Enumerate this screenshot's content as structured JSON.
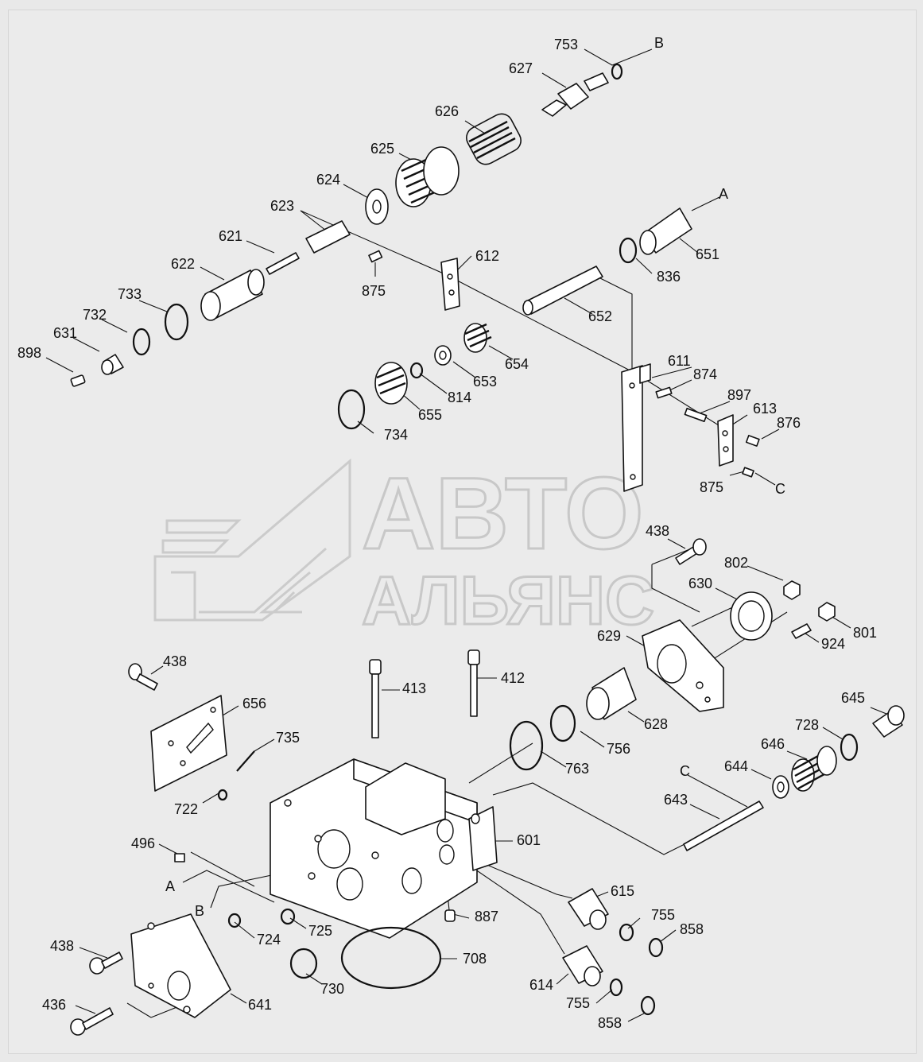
{
  "watermark": {
    "line1": "АВТО",
    "line2": "АЛЬЯНС"
  },
  "labels": [
    {
      "id": "l753",
      "text": "753"
    },
    {
      "id": "lB1",
      "text": "B"
    },
    {
      "id": "l627",
      "text": "627"
    },
    {
      "id": "l626",
      "text": "626"
    },
    {
      "id": "l625",
      "text": "625"
    },
    {
      "id": "l624",
      "text": "624"
    },
    {
      "id": "l623",
      "text": "623"
    },
    {
      "id": "lA1",
      "text": "A"
    },
    {
      "id": "l621",
      "text": "621"
    },
    {
      "id": "l612",
      "text": "612"
    },
    {
      "id": "l651",
      "text": "651"
    },
    {
      "id": "l622",
      "text": "622"
    },
    {
      "id": "l836",
      "text": "836"
    },
    {
      "id": "l875a",
      "text": "875"
    },
    {
      "id": "l733",
      "text": "733"
    },
    {
      "id": "l652",
      "text": "652"
    },
    {
      "id": "l732",
      "text": "732"
    },
    {
      "id": "l631",
      "text": "631"
    },
    {
      "id": "l898",
      "text": "898"
    },
    {
      "id": "l654",
      "text": "654"
    },
    {
      "id": "l611",
      "text": "611"
    },
    {
      "id": "l874",
      "text": "874"
    },
    {
      "id": "l653",
      "text": "653"
    },
    {
      "id": "l814",
      "text": "814"
    },
    {
      "id": "l897",
      "text": "897"
    },
    {
      "id": "l655",
      "text": "655"
    },
    {
      "id": "l613",
      "text": "613"
    },
    {
      "id": "l876",
      "text": "876"
    },
    {
      "id": "l734",
      "text": "734"
    },
    {
      "id": "l875b",
      "text": "875"
    },
    {
      "id": "lC1",
      "text": "C"
    },
    {
      "id": "l438a",
      "text": "438"
    },
    {
      "id": "l802",
      "text": "802"
    },
    {
      "id": "l630",
      "text": "630"
    },
    {
      "id": "l801",
      "text": "801"
    },
    {
      "id": "l629",
      "text": "629"
    },
    {
      "id": "l924",
      "text": "924"
    },
    {
      "id": "l438b",
      "text": "438"
    },
    {
      "id": "l656",
      "text": "656"
    },
    {
      "id": "l413",
      "text": "413"
    },
    {
      "id": "l412",
      "text": "412"
    },
    {
      "id": "l645",
      "text": "645"
    },
    {
      "id": "l628",
      "text": "628"
    },
    {
      "id": "l728",
      "text": "728"
    },
    {
      "id": "l735",
      "text": "735"
    },
    {
      "id": "l756",
      "text": "756"
    },
    {
      "id": "l646",
      "text": "646"
    },
    {
      "id": "l763",
      "text": "763"
    },
    {
      "id": "lC2",
      "text": "C"
    },
    {
      "id": "l644",
      "text": "644"
    },
    {
      "id": "l722",
      "text": "722"
    },
    {
      "id": "l643",
      "text": "643"
    },
    {
      "id": "l601",
      "text": "601"
    },
    {
      "id": "l496",
      "text": "496"
    },
    {
      "id": "lA2",
      "text": "A"
    },
    {
      "id": "l615",
      "text": "615"
    },
    {
      "id": "lB2",
      "text": "B"
    },
    {
      "id": "l755a",
      "text": "755"
    },
    {
      "id": "l887",
      "text": "887"
    },
    {
      "id": "l725",
      "text": "725"
    },
    {
      "id": "l858a",
      "text": "858"
    },
    {
      "id": "l724",
      "text": "724"
    },
    {
      "id": "l438c",
      "text": "438"
    },
    {
      "id": "l708",
      "text": "708"
    },
    {
      "id": "l614",
      "text": "614"
    },
    {
      "id": "l730",
      "text": "730"
    },
    {
      "id": "l755b",
      "text": "755"
    },
    {
      "id": "l436",
      "text": "436"
    },
    {
      "id": "l641",
      "text": "641"
    },
    {
      "id": "l858b",
      "text": "858"
    }
  ]
}
